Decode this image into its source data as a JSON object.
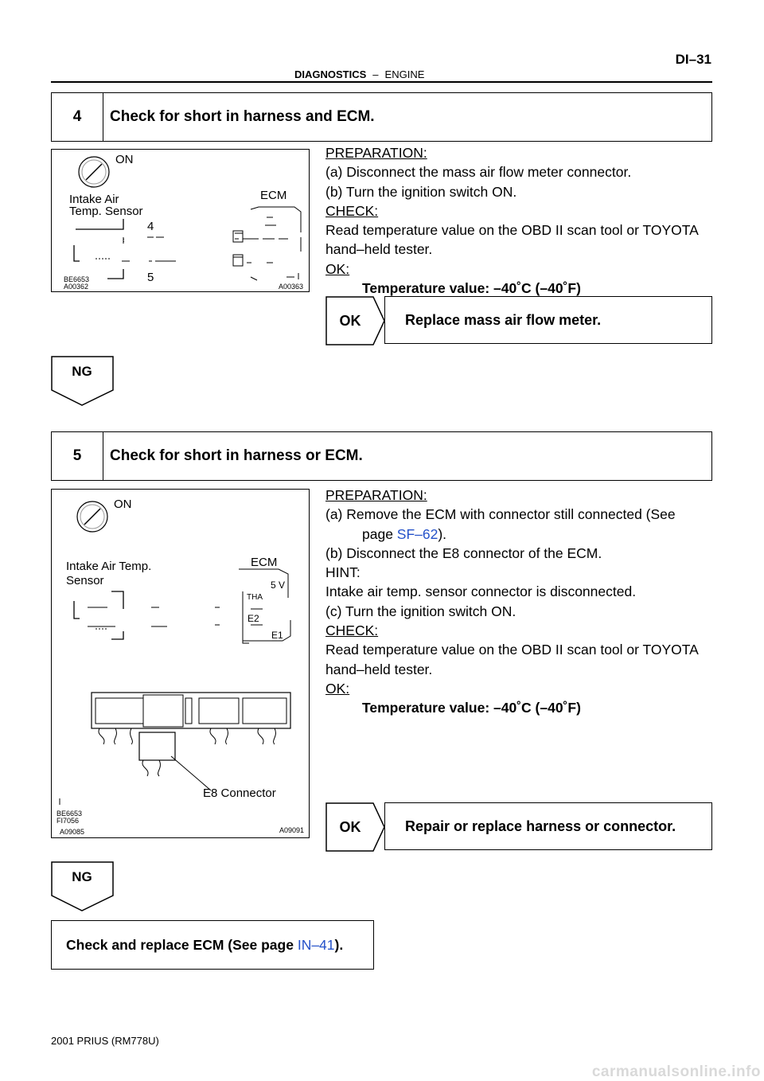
{
  "header": {
    "section": "DIAGNOSTICS",
    "separator": "–",
    "subsection": "ENGINE",
    "page_code": "DI–31"
  },
  "step4": {
    "number": "4",
    "title": "Check for short in harness and ECM.",
    "figure": {
      "on_label": "ON",
      "sensor_label_1": "Intake Air",
      "sensor_label_2": "Temp. Sensor",
      "ecm_label": "ECM",
      "pin_4": "4",
      "pin_5": "5",
      "code_left_1": "BE6653",
      "code_left_2": "A00362",
      "code_right": "A00363"
    },
    "lines": {
      "prep_head": "PREPARATION:",
      "prep_a": "(a)   Disconnect the mass air flow meter connector.",
      "prep_b": "(b)   Turn the ignition switch ON.",
      "check_head": "CHECK:",
      "check_1": "Read temperature value on the OBD II scan tool or TOYOTA",
      "check_2": "hand–held tester.",
      "ok_head": "OK:",
      "ok_value": "Temperature value:  –40˚C (–40˚F)"
    },
    "ok_flag": "OK",
    "ok_action": "Replace mass air flow meter.",
    "ng_flag": "NG"
  },
  "step5": {
    "number": "5",
    "title": "Check for short in harness or ECM.",
    "figure": {
      "on_label": "ON",
      "sensor_label_1": "Intake Air Temp.",
      "sensor_label_2": "Sensor",
      "ecm_label": "ECM",
      "v5": "5 V",
      "tha": "THA",
      "e2": "E2",
      "e1": "E1",
      "connector_label": "E8 Connector",
      "code_left_1": "BE6653",
      "code_left_2": "FI7056",
      "code_left_3": "A09085",
      "code_right": "A09091"
    },
    "lines": {
      "prep_head": "PREPARATION:",
      "prep_a": "(a)   Remove the ECM with connector still connected (See",
      "prep_a2_pre": "page ",
      "prep_a2_link": "SF–62",
      "prep_a2_post": ").",
      "prep_b": "(b)   Disconnect the E8 connector of the ECM.",
      "hint_head": "HINT:",
      "hint_1": "Intake air temp. sensor connector is disconnected.",
      "prep_c": "(c)   Turn the ignition switch ON.",
      "check_head": "CHECK:",
      "check_1": "Read temperature value on the OBD II scan tool or TOYOTA",
      "check_2": "hand–held tester.",
      "ok_head": "OK:",
      "ok_value": "Temperature value: –40˚C (–40˚F)"
    },
    "ok_flag": "OK",
    "ok_action": "Repair or replace harness or connector.",
    "ng_flag": "NG"
  },
  "final": {
    "pre": "Check and replace ECM (See page ",
    "link": "IN–41",
    "post": ")."
  },
  "footer": "2001 PRIUS   (RM778U)",
  "watermark": "carmanualsonline.info"
}
